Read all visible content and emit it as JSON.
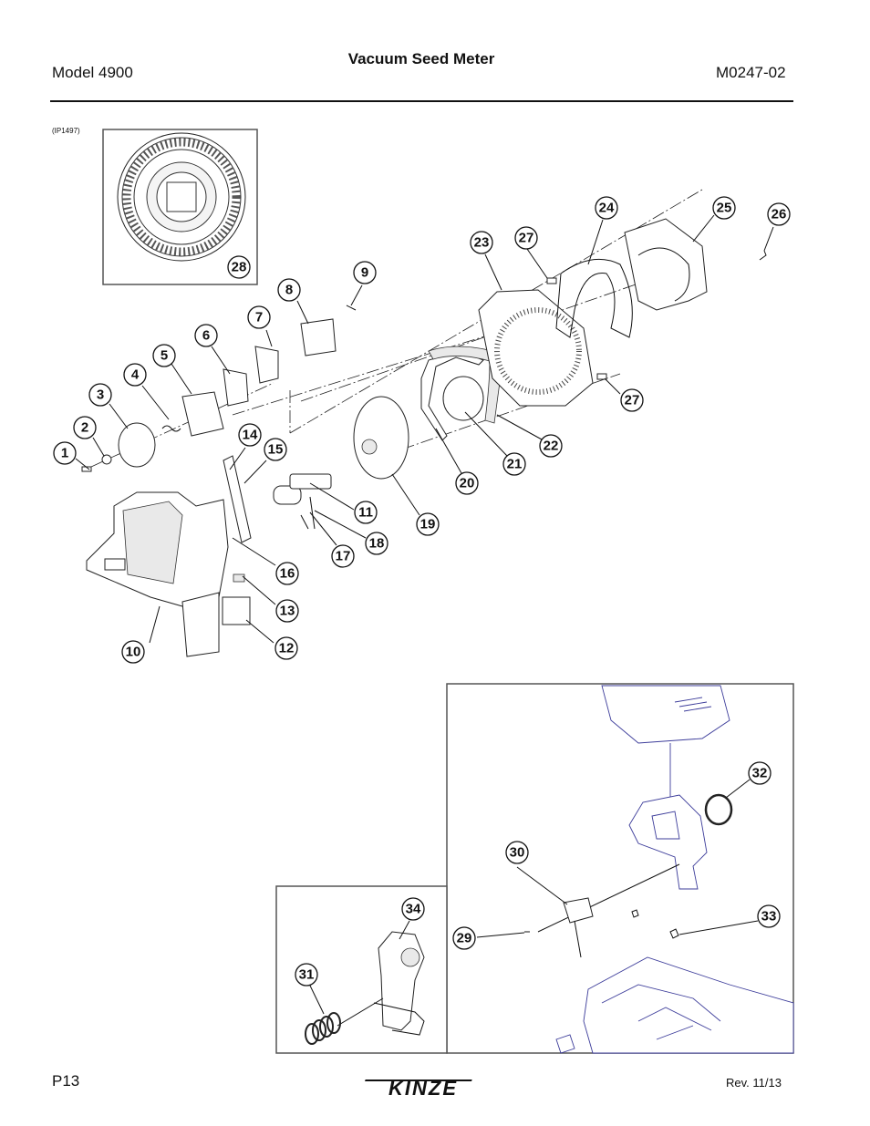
{
  "header": {
    "model": "Model 4900",
    "title": "Vacuum Seed Meter",
    "doc_number": "M0247-02"
  },
  "figure_ref": "(IP1497)",
  "callouts": [
    "1",
    "2",
    "3",
    "4",
    "5",
    "6",
    "7",
    "8",
    "9",
    "10",
    "11",
    "12",
    "13",
    "14",
    "15",
    "16",
    "17",
    "18",
    "19",
    "20",
    "21",
    "22",
    "23",
    "24",
    "25",
    "26",
    "27",
    "27",
    "28",
    "29",
    "30",
    "31",
    "32",
    "33",
    "34"
  ],
  "footer": {
    "page": "P13",
    "logo_text": "KINZE",
    "revision": "Rev. 11/13"
  },
  "colors": {
    "line_art": "#222222",
    "assembly_lines": "#3c3c9a"
  }
}
